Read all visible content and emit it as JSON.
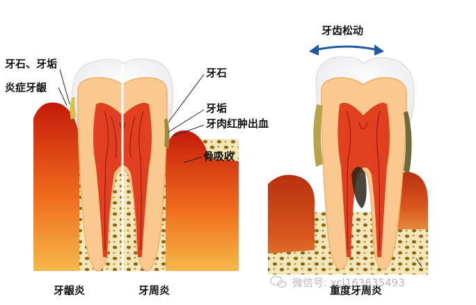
{
  "labels": {
    "calculus_plaque": "牙石、牙垢",
    "inflamed_gum": "炎症牙龈",
    "calculus": "牙石",
    "plaque": "牙垢",
    "gum_bleeding": "牙肉红肿出血",
    "bone_resorption": "骨吸收",
    "tooth_loose": "牙齿松动",
    "gingivitis": "牙龈炎",
    "periodontitis": "牙周炎",
    "severe_periodontitis": "重度牙周炎"
  },
  "watermark": {
    "text": "微信号: xcl163635493"
  },
  "colors": {
    "enamel": "#f7f7f7",
    "dentin": "#f9c98f",
    "pulp": "#e0401f",
    "gum": "#e2431c",
    "bone": "#f3e6b8",
    "bone_hole": "#8a6a18",
    "arrow": "#1f5aa0"
  }
}
